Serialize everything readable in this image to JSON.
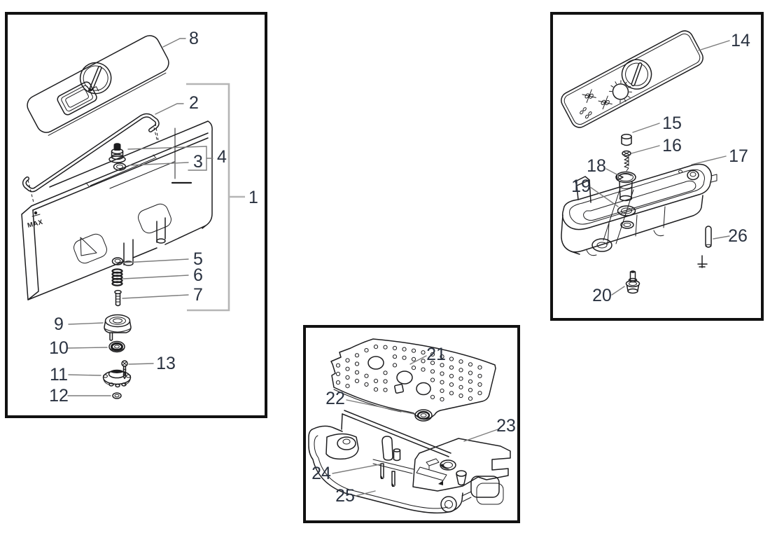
{
  "figure": {
    "type": "exploded-parts-diagram",
    "bg": "#ffffff",
    "border_color": "#111111",
    "line_color": "#1d1d1f",
    "leader_color": "#7d7d7d",
    "bracket_color": "#b5b5b5",
    "callout_color": "#2a3240"
  },
  "panels": [
    {
      "id": "tank",
      "name": "water-tank-assembly",
      "callout_numbers": [
        1,
        2,
        3,
        4,
        5,
        6,
        7,
        8,
        9,
        10,
        11,
        12,
        13
      ]
    },
    {
      "id": "drip",
      "name": "drip-tray-assembly",
      "callout_numbers": [
        21,
        22,
        23,
        24,
        25
      ]
    },
    {
      "id": "residue",
      "name": "residue-tray-assembly",
      "callout_numbers": [
        14,
        15,
        16,
        17,
        18,
        19,
        20,
        26
      ]
    }
  ],
  "callouts": {
    "c1": "1",
    "c2": "2",
    "c3": "3",
    "c4": "4",
    "c5": "5",
    "c6": "6",
    "c7": "7",
    "c8": "8",
    "c9": "9",
    "c10": "10",
    "c11": "11",
    "c12": "12",
    "c13": "13",
    "c14": "14",
    "c15": "15",
    "c16": "16",
    "c17": "17",
    "c18": "18",
    "c19": "19",
    "c20": "20",
    "c21": "21",
    "c22": "22",
    "c23": "23",
    "c24": "24",
    "c25": "25",
    "c26": "26"
  },
  "labels": {
    "max": "MAX"
  }
}
